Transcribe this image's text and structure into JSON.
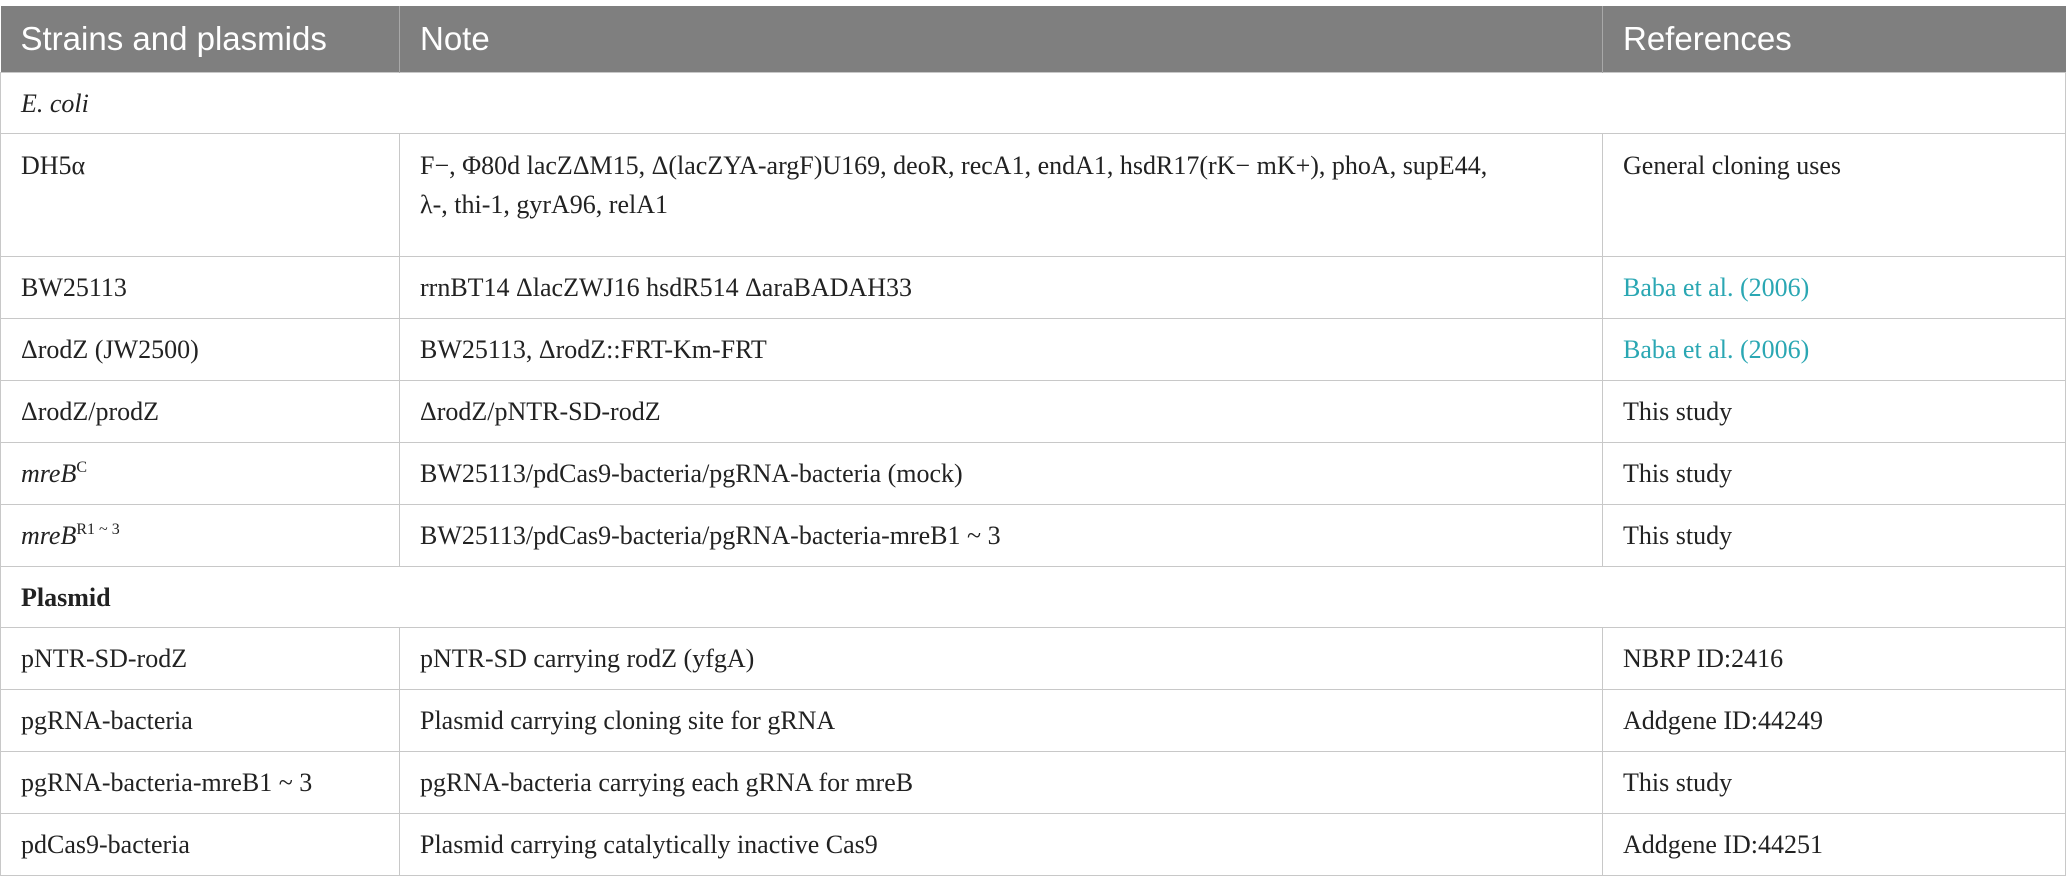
{
  "header": {
    "col1": "Strains and plasmids",
    "col2": "Note",
    "col3": "References"
  },
  "sections": {
    "ecoli": "E. coli",
    "plasmid": "Plasmid"
  },
  "rows": {
    "dh5a": {
      "name": "DH5α",
      "note_line1": "F−, Φ80d lacZΔM15, Δ(lacZYA-argF)U169, deoR, recA1, endA1, hsdR17(rK− mK+), phoA, supE44,",
      "note_line2": "λ-, thi-1, gyrA96, relA1",
      "ref": "General cloning uses"
    },
    "bw25113": {
      "name": "BW25113",
      "note": "rrnBT14 ΔlacZWJ16 hsdR514 ΔaraBADAH33",
      "ref": "Baba et al. (2006)"
    },
    "rodz": {
      "name": "ΔrodZ (JW2500)",
      "note": "BW25113, ΔrodZ::FRT-Km-FRT",
      "ref": "Baba et al. (2006)"
    },
    "rodz_prodz": {
      "name": "ΔrodZ/prodZ",
      "note": "ΔrodZ/pNTR-SD-rodZ",
      "ref": "This study"
    },
    "mreb_c": {
      "name": "mreB",
      "sup": "C",
      "note": "BW25113/pdCas9-bacteria/pgRNA-bacteria (mock)",
      "ref": "This study"
    },
    "mreb_r": {
      "name": "mreB",
      "sup": "R1 ~ 3",
      "note": "BW25113/pdCas9-bacteria/pgRNA-bacteria-mreB1 ~ 3",
      "ref": "This study"
    },
    "pntr": {
      "name": "pNTR-SD-rodZ",
      "note": "pNTR-SD carrying rodZ (yfgA)",
      "ref": "NBRP ID:2416"
    },
    "pgrna": {
      "name": "pgRNA-bacteria",
      "note": "Plasmid carrying cloning site for gRNA",
      "ref": "Addgene ID:44249"
    },
    "pgrna_mreb": {
      "name": "pgRNA-bacteria-mreB1 ~ 3",
      "note": "pgRNA-bacteria carrying each gRNA for mreB",
      "ref": "This study"
    },
    "pdcas9": {
      "name": "pdCas9-bacteria",
      "note": "Plasmid carrying catalytically inactive Cas9",
      "ref": "Addgene ID:44251"
    }
  },
  "colors": {
    "header_bg": "#7f7f7f",
    "link": "#2aa7b3",
    "border": "#c8c8c8"
  }
}
